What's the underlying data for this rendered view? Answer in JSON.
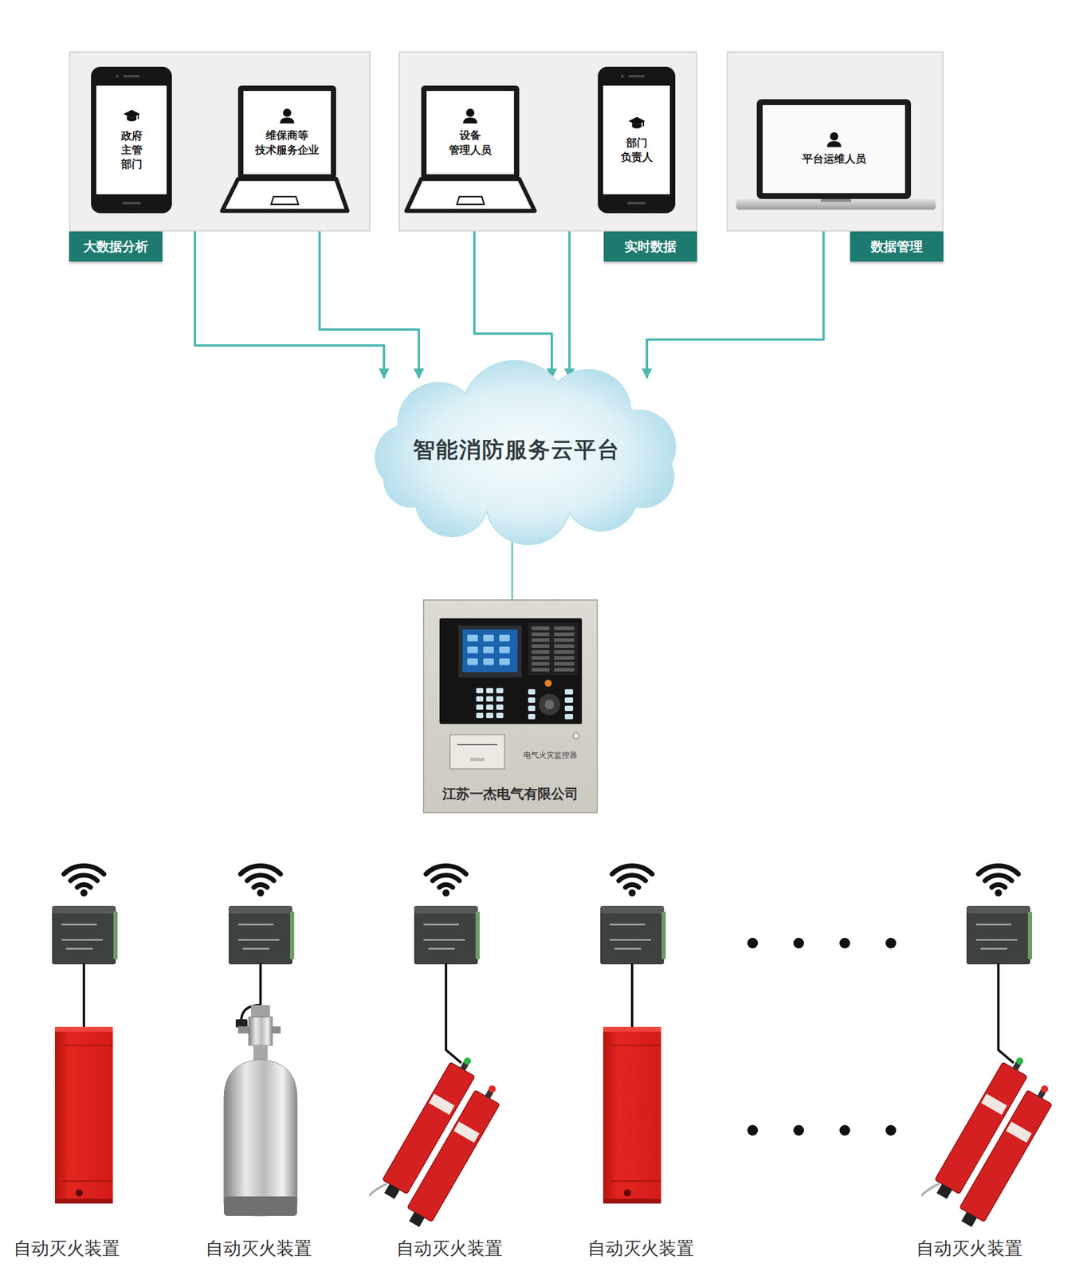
{
  "diagram": {
    "nodes": [
      {
        "text": [
          "大数据分析"
        ]
      },
      {
        "text": [
          "政府 主管 部门"
        ],
        "in": 0
      },
      {
        "text": [
          "维保商等 技术服务企业"
        ],
        "in": 0
      },
      {
        "text": [
          "实时数据"
        ]
      },
      {
        "text": [
          "设备 管理人员"
        ],
        "in": 3
      },
      {
        "text": [
          "部门 负责人"
        ],
        "in": 3
      },
      {
        "text": [
          "数据管理"
        ]
      },
      {
        "text": [
          "平台运维人员"
        ],
        "in": 6
      },
      {
        "text": [
          "智能消防服务云平台"
        ]
      },
      {
        "text": [
          "电气火灾监控器",
          "江苏一杰电气有限公司"
        ]
      },
      {
        "text": [
          "自动灭火装置"
        ]
      },
      {
        "text": [
          "自动灭火装置"
        ]
      },
      {
        "text": [
          "自动灭火装置"
        ]
      },
      {
        "text": [
          "自动灭火装置"
        ]
      },
      {
        "text": [
          "自动灭火装置"
        ]
      }
    ],
    "edges": [
      {
        "from": 1,
        "to": 8,
        "arrow": "both"
      },
      {
        "from": 2,
        "to": 8,
        "arrow": "both"
      },
      {
        "from": 4,
        "to": 8,
        "arrow": "both"
      },
      {
        "from": 5,
        "to": 8,
        "arrow": "both"
      },
      {
        "from": 7,
        "to": 8,
        "arrow": "both"
      },
      {
        "from": 8,
        "to": 9,
        "arrow": "none"
      }
    ]
  }
}
